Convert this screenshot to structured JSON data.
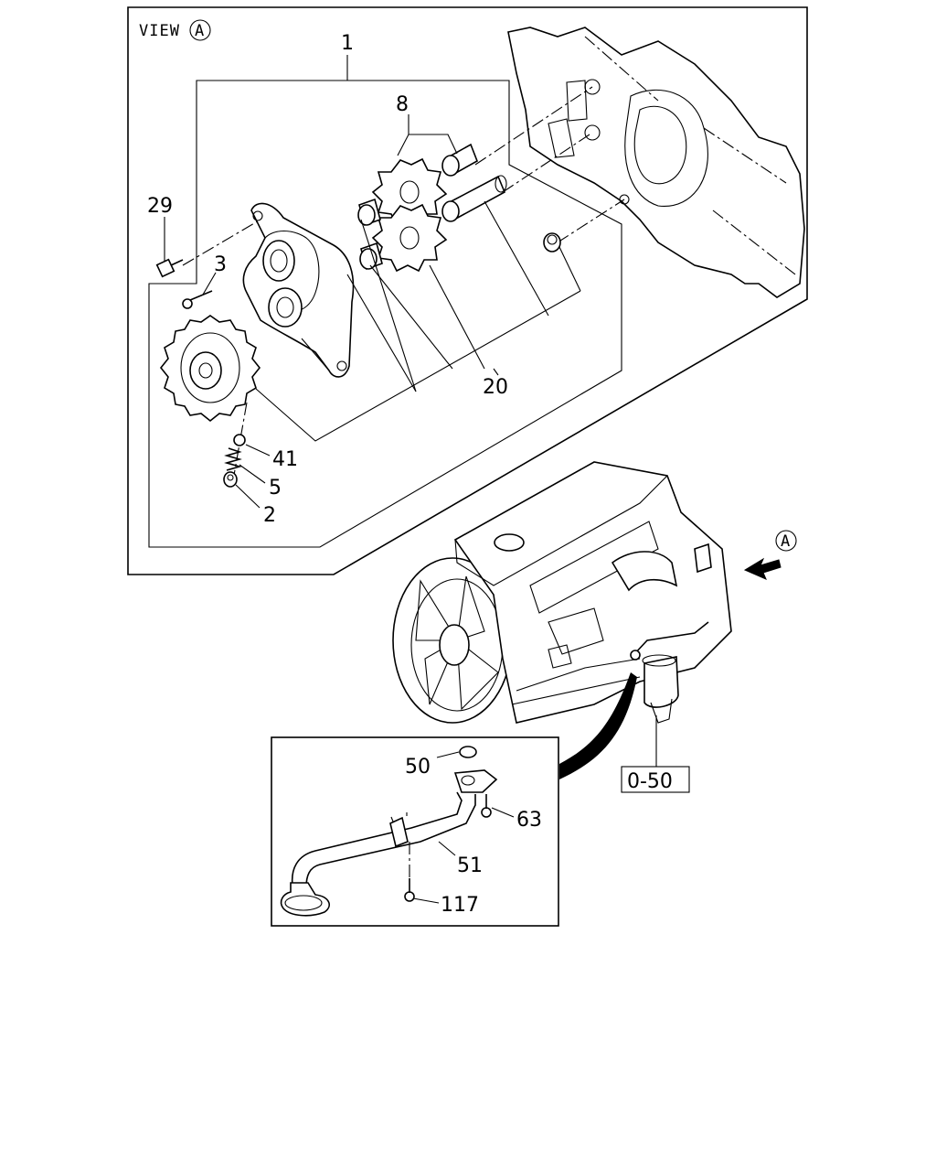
{
  "view_title": "VIEW",
  "view_marker": "A",
  "arrow_marker": "A",
  "ref_box": "0-50",
  "callouts": {
    "c1": "1",
    "c8": "8",
    "c29": "29",
    "c3": "3",
    "c20": "20",
    "c41": "41",
    "c5": "5",
    "c2": "2",
    "c50": "50",
    "c63": "63",
    "c51": "51",
    "c117": "117"
  }
}
